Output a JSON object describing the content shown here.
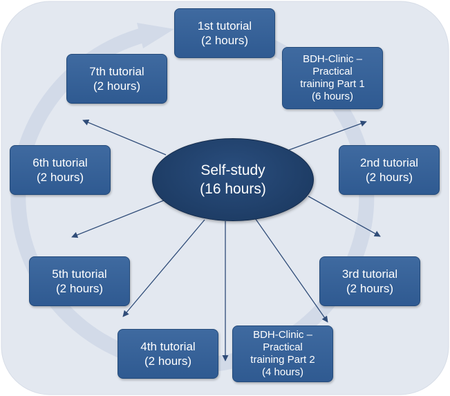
{
  "center": {
    "line1": "Self-study",
    "line2": "(16 hours)"
  },
  "nodes": [
    {
      "id": "t1",
      "line1": "1st tutorial",
      "line2": "(2 hours)"
    },
    {
      "id": "bdh1",
      "line1": "BDH-Clinic –",
      "line2": "Practical",
      "line3": "training Part 1",
      "line4": "(6 hours)"
    },
    {
      "id": "t2",
      "line1": "2nd tutorial",
      "line2": "(2 hours)"
    },
    {
      "id": "t3",
      "line1": "3rd tutorial",
      "line2": "(2 hours)"
    },
    {
      "id": "bdh2",
      "line1": "BDH-Clinic –",
      "line2": "Practical",
      "line3": "training Part 2",
      "line4": "(4 hours)"
    },
    {
      "id": "t4",
      "line1": "4th tutorial",
      "line2": "(2 hours)"
    },
    {
      "id": "t5",
      "line1": "5th tutorial",
      "line2": "(2 hours)"
    },
    {
      "id": "t6",
      "line1": "6th tutorial",
      "line2": "(2 hours)"
    },
    {
      "id": "t7",
      "line1": "7th tutorial",
      "line2": "(2 hours)"
    }
  ],
  "colors": {
    "node_fill": "#3a6499",
    "center_fill": "#1f3f6a",
    "ring": "#d4dcea",
    "panel": "#e3e8f0",
    "arrow": "#2f4c78"
  }
}
